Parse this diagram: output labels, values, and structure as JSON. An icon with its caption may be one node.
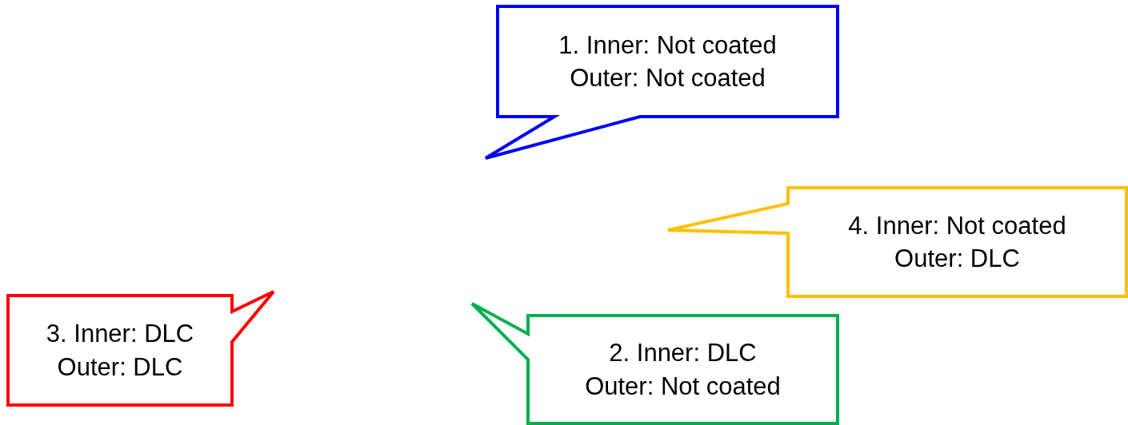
{
  "diagram": {
    "nodes": [
      {
        "text": [
          "1. Inner: Not coated",
          "Outer: Not coated"
        ]
      },
      {
        "text": [
          "4. Inner: Not coated",
          "Outer: DLC"
        ]
      },
      {
        "text": [
          "3. Inner: DLC",
          "Outer: DLC"
        ]
      },
      {
        "text": [
          "2. Inner: DLC",
          "Outer: Not coated"
        ]
      }
    ]
  }
}
